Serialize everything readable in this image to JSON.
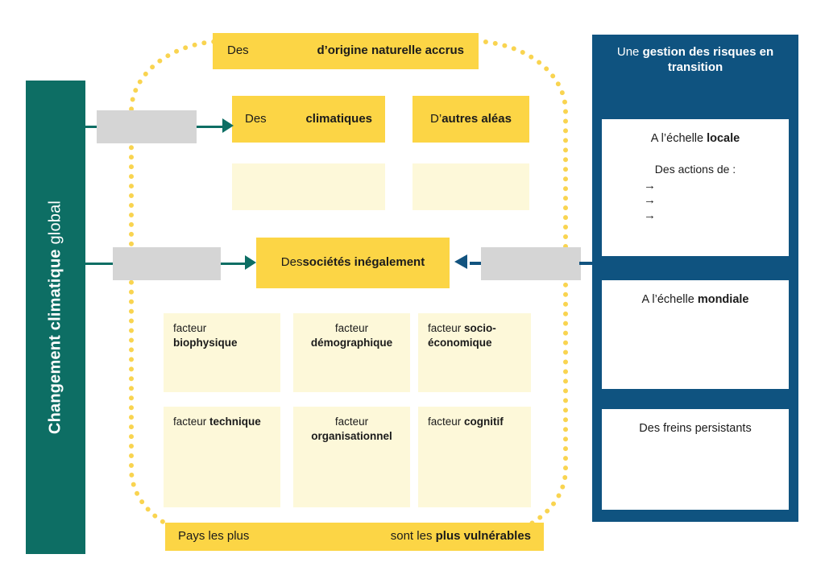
{
  "left_bar": {
    "label_bold": "Changement climatique",
    "label_regular": " global"
  },
  "hazards": {
    "natural": {
      "prefix": "Des",
      "bold": "d’origine naturelle accrus"
    },
    "climatic": {
      "prefix": "Des",
      "bold": "climatiques"
    },
    "other": {
      "prefix": "D’",
      "bold": "autres aléas"
    }
  },
  "societies": {
    "prefix": "Des ",
    "bold": "sociétés inégalement"
  },
  "factors": [
    {
      "prefix": "facteur ",
      "bold": "biophysique"
    },
    {
      "prefix": "facteur ",
      "bold": "démographique"
    },
    {
      "prefix": "facteur ",
      "bold": "socio-économique"
    },
    {
      "prefix": "facteur ",
      "bold": "technique"
    },
    {
      "prefix": "facteur ",
      "bold": "organisationnel"
    },
    {
      "prefix": "facteur ",
      "bold": "cognitif"
    }
  ],
  "countries": {
    "left": "Pays les plus",
    "right_regular": "sont les ",
    "right_bold": "plus vulnérables"
  },
  "risk_panel": {
    "title_regular": "Une ",
    "title_bold": "gestion des risques en transition",
    "local": {
      "head_regular": "A l’échelle ",
      "head_bold": "locale",
      "actions_label": "Des actions de  :",
      "bullets": [
        "→",
        "→",
        "→"
      ]
    },
    "global": {
      "head_regular": "A l’échelle ",
      "head_bold": "mondiale"
    },
    "brakes": {
      "head": "Des freins persistants"
    }
  },
  "colors": {
    "teal": "#0d6e64",
    "blue": "#0f5380",
    "yellow": "#fcd545",
    "cream": "#fdf8d9",
    "grey": "#d5d5d5",
    "dotted": "#f9d450"
  }
}
